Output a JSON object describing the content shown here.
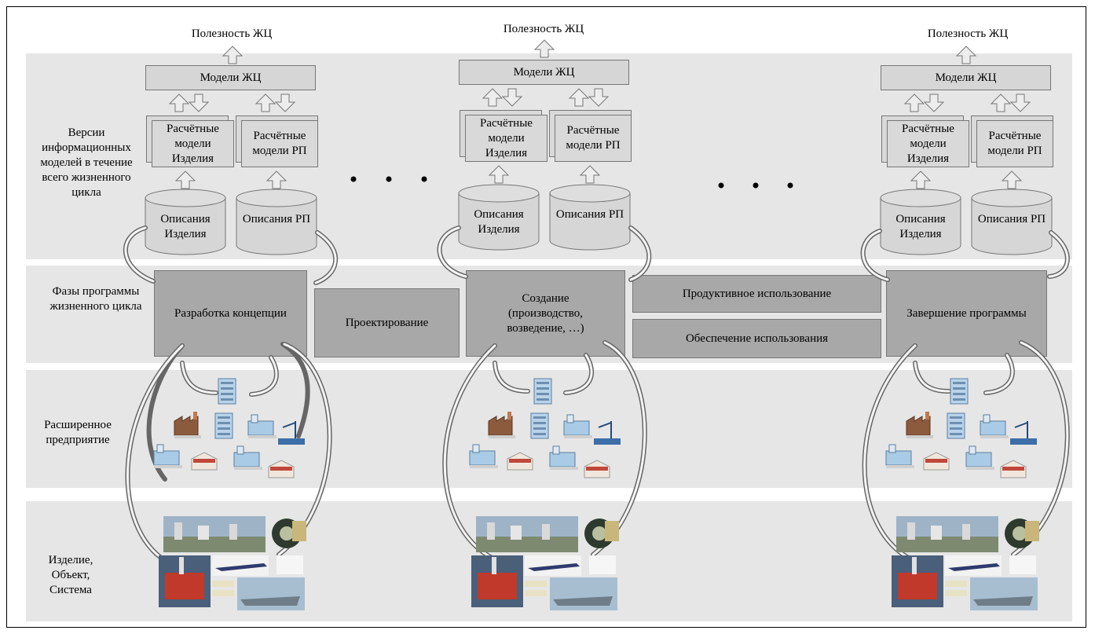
{
  "left_labels": {
    "versions": "Версии информационных моделей в течение всего жизненного цикла",
    "phases": "Фазы программы жизненного цикла",
    "enterprise": "Расширенное предприятие",
    "product": "Изделие, Объект, Система"
  },
  "utility": "Полезность ЖЦ",
  "lc_models": "Модели ЖЦ",
  "calc_product": "Расчётные модели Изделия",
  "calc_rp": "Расчётные модели РП",
  "desc_product": "Описания Изделия",
  "desc_rp": "Описания РП",
  "phases": {
    "concept": "Разработка концепции",
    "design": "Проектирование",
    "creation": "Создание (производство, возведение, …)",
    "productive_use": "Продуктивное использование",
    "use_support": "Обеспечение использования",
    "completion": "Завершение программы"
  },
  "colors": {
    "band": "#e6e6e6",
    "phase": "#a8a8a8",
    "model_box": "#d6d6d6",
    "arrow": "#ededed"
  }
}
